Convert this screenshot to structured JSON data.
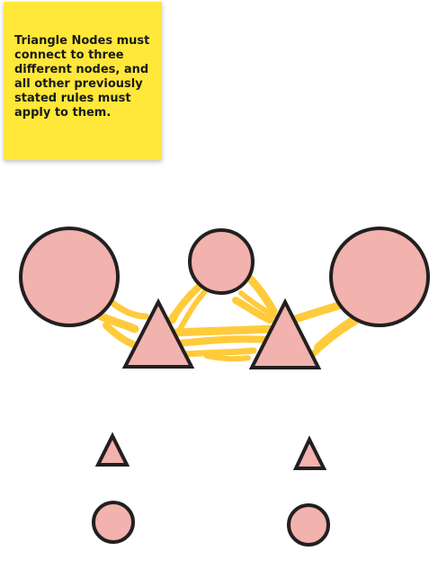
{
  "sticky_note": {
    "text": "Triangle Nodes must connect to three different nodes, and all other previously stated rules must apply to them.",
    "color": "#ffe83a"
  },
  "colors": {
    "node_fill": "#f2b2ae",
    "node_stroke": "#231f20",
    "highlight": "#ffc21a"
  },
  "shapes": [
    {
      "name": "circle-node-left",
      "kind": "circle-node"
    },
    {
      "name": "circle-node-top-center",
      "kind": "circle-node"
    },
    {
      "name": "circle-node-right",
      "kind": "circle-node"
    },
    {
      "name": "triangle-node-left",
      "kind": "triangle-node"
    },
    {
      "name": "triangle-node-right",
      "kind": "triangle-node"
    },
    {
      "name": "triangle-node-small-left",
      "kind": "triangle-node"
    },
    {
      "name": "triangle-node-small-right",
      "kind": "triangle-node"
    },
    {
      "name": "circle-node-small-left",
      "kind": "circle-node"
    },
    {
      "name": "circle-node-small-right",
      "kind": "circle-node"
    }
  ]
}
